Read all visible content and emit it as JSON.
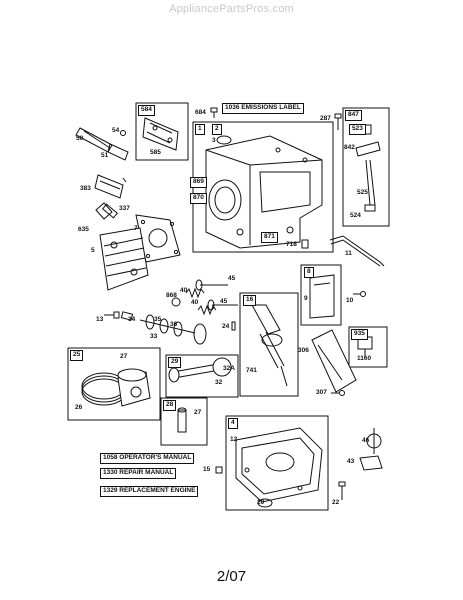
{
  "site": {
    "watermark": "AppliancePartsPros.com"
  },
  "diagram": {
    "page_number": "2/07",
    "callouts": {
      "c50": "50",
      "c54": "54",
      "c51": "51",
      "c584": "584",
      "c585": "585",
      "c684": "684",
      "c1": "1",
      "c2": "2",
      "c3": "3",
      "c287": "287",
      "c847": "847",
      "c523": "523",
      "c842": "842",
      "c525": "525",
      "c524": "524",
      "c383": "383",
      "c337": "337",
      "c635": "635",
      "c7": "7",
      "c5": "5",
      "c869": "869",
      "c870": "870",
      "c871": "871",
      "c718": "718",
      "c11": "11",
      "c45a": "45",
      "c868": "868",
      "c40a": "40",
      "c45b": "45",
      "c40b": "40",
      "c8": "8",
      "c9": "9",
      "c10": "10",
      "c13": "13",
      "c34": "34",
      "c35": "35",
      "c36": "36",
      "c33": "33",
      "c24": "24",
      "c16": "16",
      "c935": "935",
      "c1160": "1160",
      "c25": "25",
      "c27a": "27",
      "c26": "26",
      "c29": "29",
      "c32a": "32A",
      "c32": "32",
      "c741": "741",
      "c306": "306",
      "c307": "307",
      "c28": "28",
      "c27b": "27",
      "c4": "4",
      "c12": "12",
      "c46": "46",
      "c43": "43",
      "c15": "15",
      "c20": "20",
      "c22": "22"
    },
    "labels": {
      "emissions": "1036 EMISSIONS LABEL",
      "operators_manual": "1058 OPERATOR'S MANUAL",
      "repair_manual": "1330 REPAIR MANUAL",
      "replacement_engine": "1329 REPLACEMENT ENGINE"
    }
  }
}
